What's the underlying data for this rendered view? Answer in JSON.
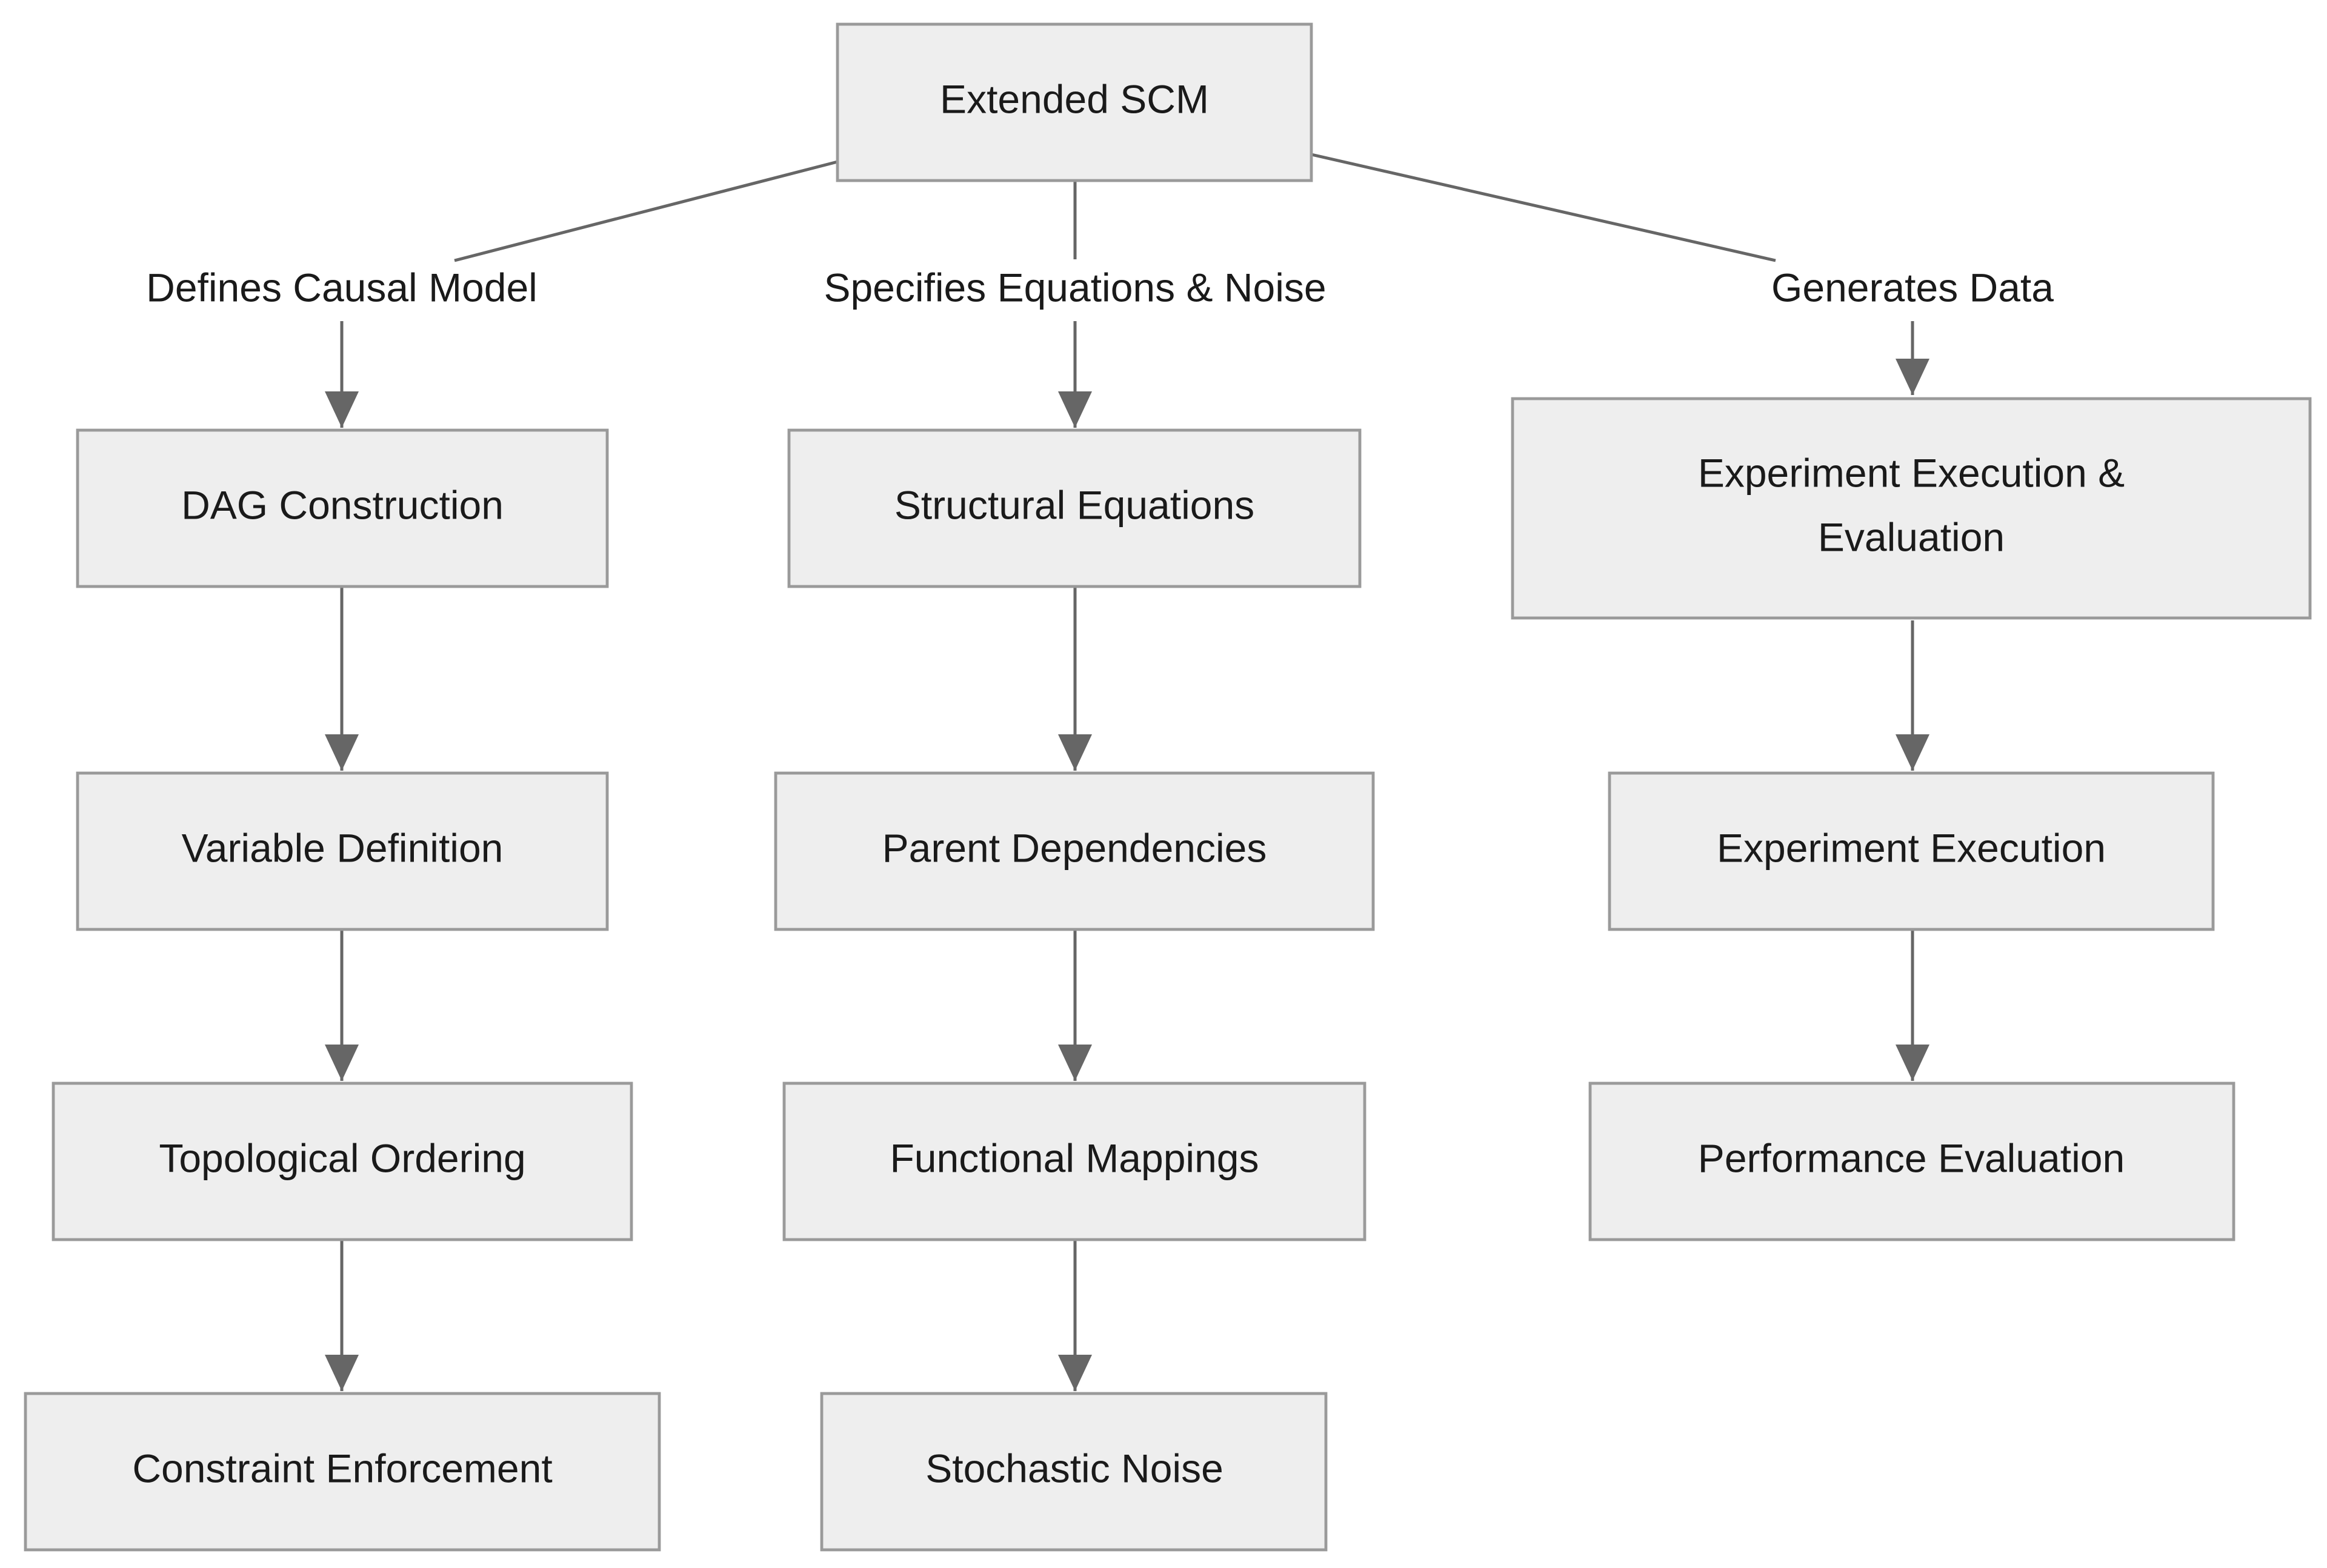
{
  "nodes": {
    "scm": {
      "label": "Extended SCM"
    },
    "dag": {
      "label": "DAG Construction"
    },
    "var": {
      "label": "Variable Definition"
    },
    "topo": {
      "label": "Topological Ordering"
    },
    "cons": {
      "label": "Constraint Enforcement"
    },
    "struct": {
      "label": "Structural Equations"
    },
    "parent": {
      "label": "Parent Dependencies"
    },
    "func": {
      "label": "Functional Mappings"
    },
    "noise": {
      "label": "Stochastic Noise"
    },
    "expeval": {
      "line1": "Experiment Execution &",
      "line2": "Evaluation"
    },
    "exec": {
      "label": "Experiment Execution"
    },
    "perf": {
      "label": "Performance Evaluation"
    }
  },
  "edges": {
    "defines": {
      "label": "Defines Causal Model"
    },
    "specifies": {
      "label": "Specifies Equations & Noise"
    },
    "generates": {
      "label": "Generates Data"
    }
  },
  "colors": {
    "node_fill": "#eeeeee",
    "node_stroke": "#9a9a9a",
    "edge": "#666666",
    "text": "#1a1a1a"
  }
}
